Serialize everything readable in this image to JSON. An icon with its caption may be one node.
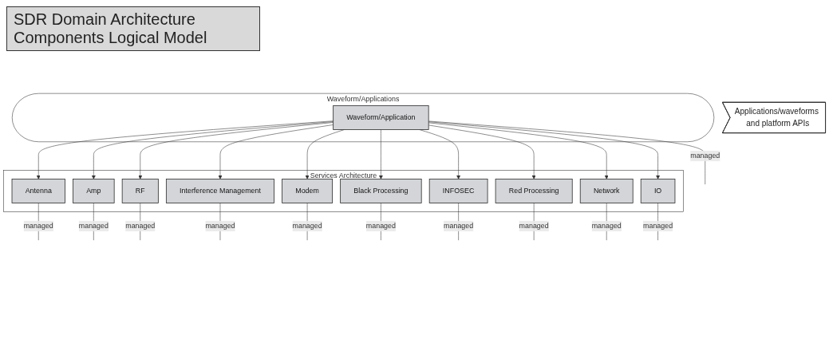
{
  "diagram": {
    "title": "SDR Domain Architecture Components Logical Model",
    "nodes": [
      {
        "text": [
          "Waveform/Applications"
        ]
      },
      {
        "text": [
          "Waveform/Application"
        ],
        "in": 0
      },
      {
        "text": [
          "Applications/waveforms and platform APIs"
        ]
      },
      {
        "text": [
          "Services Architecture"
        ]
      },
      {
        "text": [
          "Antenna"
        ],
        "in": 3
      },
      {
        "text": [
          "Amp"
        ],
        "in": 3
      },
      {
        "text": [
          "RF"
        ],
        "in": 3
      },
      {
        "text": [
          "Interference Management"
        ],
        "in": 3
      },
      {
        "text": [
          "Modem"
        ],
        "in": 3
      },
      {
        "text": [
          "Black Processing"
        ],
        "in": 3
      },
      {
        "text": [
          "INFOSEC"
        ],
        "in": 3
      },
      {
        "text": [
          "Red Processing"
        ],
        "in": 3
      },
      {
        "text": [
          "Network"
        ],
        "in": 3
      },
      {
        "text": [
          "IO"
        ],
        "in": 3
      }
    ],
    "edges": [
      {
        "from": 1,
        "to": 4,
        "arrow": "to"
      },
      {
        "from": 1,
        "to": 5,
        "arrow": "to"
      },
      {
        "from": 1,
        "to": 6,
        "arrow": "to"
      },
      {
        "from": 1,
        "to": 7,
        "arrow": "to"
      },
      {
        "from": 1,
        "to": 8,
        "arrow": "to"
      },
      {
        "from": 1,
        "to": 9,
        "arrow": "to"
      },
      {
        "from": 1,
        "to": 10,
        "arrow": "to"
      },
      {
        "from": 1,
        "to": 11,
        "arrow": "to"
      },
      {
        "from": 1,
        "to": 12,
        "arrow": "to"
      },
      {
        "from": 1,
        "to": 13,
        "arrow": "to"
      },
      {
        "from": 1,
        "to": null,
        "arrow": "none",
        "label": "managed"
      },
      {
        "from": 4,
        "to": null,
        "arrow": "none",
        "label": "managed"
      },
      {
        "from": 5,
        "to": null,
        "arrow": "none",
        "label": "managed"
      },
      {
        "from": 6,
        "to": null,
        "arrow": "none",
        "label": "managed"
      },
      {
        "from": 7,
        "to": null,
        "arrow": "none",
        "label": "managed"
      },
      {
        "from": 8,
        "to": null,
        "arrow": "none",
        "label": "managed"
      },
      {
        "from": 9,
        "to": null,
        "arrow": "none",
        "label": "managed"
      },
      {
        "from": 10,
        "to": null,
        "arrow": "none",
        "label": "managed"
      },
      {
        "from": 11,
        "to": null,
        "arrow": "none",
        "label": "managed"
      },
      {
        "from": 12,
        "to": null,
        "arrow": "none",
        "label": "managed"
      },
      {
        "from": 13,
        "to": null,
        "arrow": "none",
        "label": "managed"
      }
    ]
  }
}
